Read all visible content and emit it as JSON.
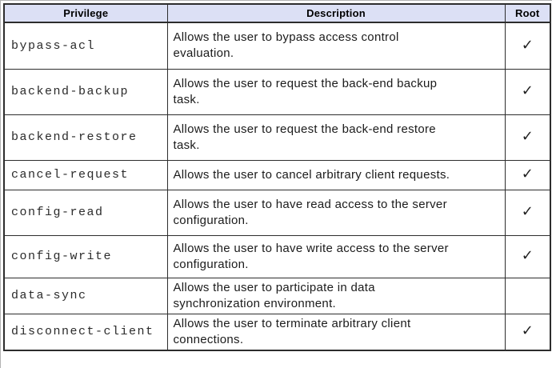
{
  "colors": {
    "header_bg": "#dce0f5",
    "table_border": "#2d2d2d",
    "page_bg": "#ffffff"
  },
  "table": {
    "columns": [
      {
        "label": "Privilege"
      },
      {
        "label": "Description"
      },
      {
        "label": "Root"
      }
    ],
    "check_glyph": "✓",
    "rows": [
      {
        "privilege": "bypass-acl",
        "description": "Allows the user to bypass access control\nevaluation.",
        "root": true,
        "root_mark": "✓"
      },
      {
        "privilege": "backend-backup",
        "description": "Allows the user to request the back-end backup\ntask.",
        "root": true,
        "root_mark": "✓"
      },
      {
        "privilege": "backend-restore",
        "description": "Allows the user to request the back-end restore\ntask.",
        "root": true,
        "root_mark": "✓"
      },
      {
        "privilege": "cancel-request",
        "description": "Allows the user to cancel arbitrary client requests.",
        "root": true,
        "root_mark": "✓"
      },
      {
        "privilege": "config-read",
        "description": "Allows the user to have read access to the server\nconfiguration.",
        "root": true,
        "root_mark": "✓"
      },
      {
        "privilege": "config-write",
        "description": "Allows the user to have write access to the server\nconfiguration.",
        "root": true,
        "root_mark": "✓"
      },
      {
        "privilege": "data-sync",
        "description": "Allows the user to participate in data\nsynchronization environment.",
        "root": false,
        "root_mark": ""
      },
      {
        "privilege": "disconnect-client",
        "description": "Allows the user to terminate arbitrary client\nconnections.",
        "root": true,
        "root_mark": "✓"
      }
    ]
  }
}
